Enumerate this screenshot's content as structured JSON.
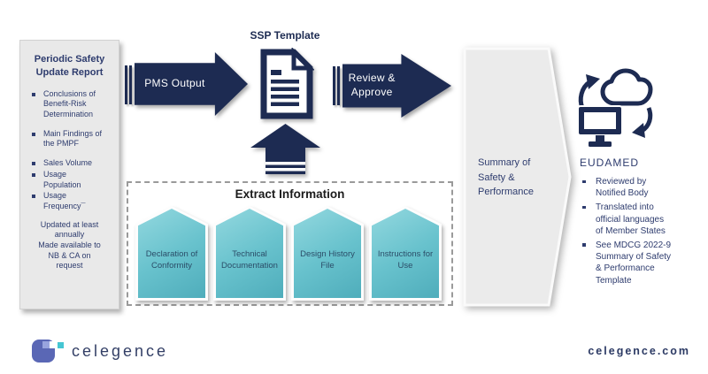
{
  "colors": {
    "navy": "#1d2b52",
    "text_navy": "#2e3c6e",
    "teal": "#68c2cd",
    "teal_light": "#93d8df",
    "teal_dark": "#4fadbb",
    "panel_gray": "#e9e9e9",
    "chevron_gray": "#ebebeb",
    "logo_blue": "#5a67b5",
    "logo_light_blue": "#98a4de",
    "logo_teal": "#45c6d3"
  },
  "icons": {
    "document": "document-icon",
    "upload_arrow": "up-arrow-icon",
    "cloud_sync": "cloud-sync-computer-icon",
    "logo_mark": "celegence-logo-mark"
  },
  "left_panel": {
    "title": "Periodic Safety\nUpdate Report",
    "bullets": [
      "Conclusions of\nBenefit-Risk\nDetermination",
      "Main Findings of\nthe PMPF",
      "Sales Volume",
      "Usage\nPopulation",
      "Usage\nFrequency¯"
    ],
    "notes": [
      "Updated at least\nannually",
      "Made available to\nNB & CA on\nrequest"
    ]
  },
  "flow": {
    "pms_arrow_label": "PMS Output",
    "ssp_template_label": "SSP Template",
    "review_arrow_label": "Review &\nApprove",
    "summary_chevron_label": "Summary of\nSafety &\nPerformance"
  },
  "extract_box": {
    "title": "Extract Information",
    "items": [
      "Declaration of\nConformity",
      "Technical\nDocumentation",
      "Design History\nFile",
      "Instructions for\nUse"
    ]
  },
  "eudamed": {
    "title": "EUDAMED",
    "bullets": [
      "Reviewed by\nNotified Body",
      "Translated into\nofficial languages\nof Member States",
      "See MDCG 2022-9\nSummary of Safety\n& Performance\nTemplate"
    ]
  },
  "branding": {
    "logo_text": "celegence",
    "website": "celegence.com"
  }
}
